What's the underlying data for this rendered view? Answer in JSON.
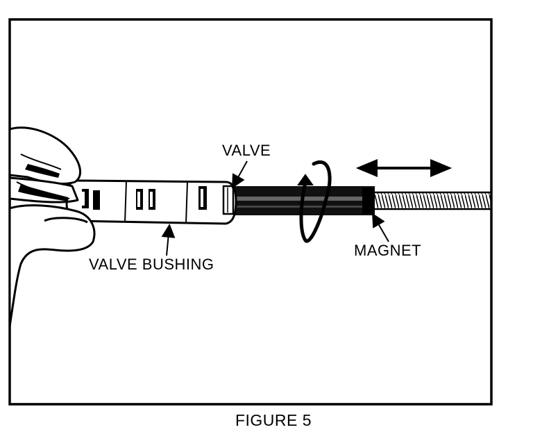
{
  "diagram": {
    "labels": {
      "valve": "VALVE",
      "valve_bushing": "VALVE BUSHING",
      "magnet": "MAGNET"
    },
    "caption": "FIGURE 5",
    "line_color": "#000000",
    "background_color": "#ffffff"
  }
}
